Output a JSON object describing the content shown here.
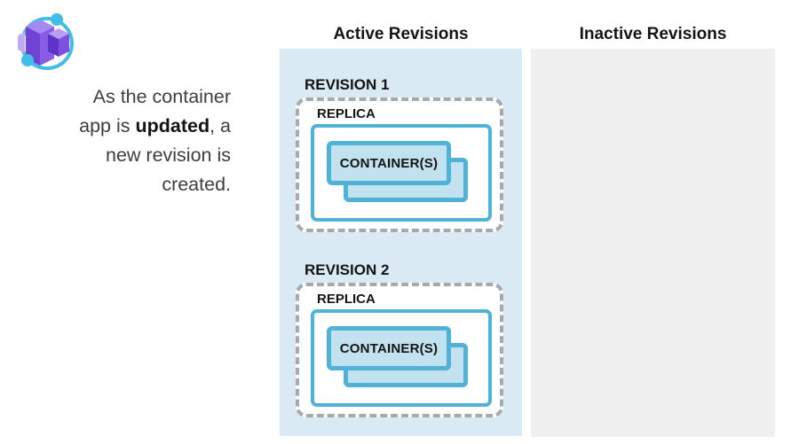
{
  "intro": {
    "lines": [
      [
        {
          "text": "As the container"
        }
      ],
      [
        {
          "text": "app is "
        },
        {
          "text": "updated",
          "bold": true
        },
        {
          "text": ", a"
        }
      ],
      [
        {
          "text": "new revision is"
        }
      ],
      [
        {
          "text": "created."
        }
      ]
    ]
  },
  "columns": {
    "active": {
      "title": "Active Revisions",
      "panel_bg": "#d9eaf4",
      "revisions": [
        {
          "label": "REVISION 1",
          "replica_label": "REPLICA",
          "container_label": "CONTAINER(S)"
        },
        {
          "label": "REVISION 2",
          "replica_label": "REPLICA",
          "container_label": "CONTAINER(S)"
        }
      ]
    },
    "inactive": {
      "title": "Inactive Revisions",
      "panel_bg": "#f0f0f0",
      "revisions": []
    }
  },
  "icon": {
    "name": "azure-container-apps-icon",
    "orbit_color": "#41bee8",
    "cube_purple": "#7a4bd8"
  },
  "colors": {
    "box_border_blue": "#4fb2d6",
    "container_fill": "#c2e2f0",
    "dashed_border": "#a9a9a9",
    "label_text": "#141414",
    "intro_text": "#3d3d3d"
  }
}
